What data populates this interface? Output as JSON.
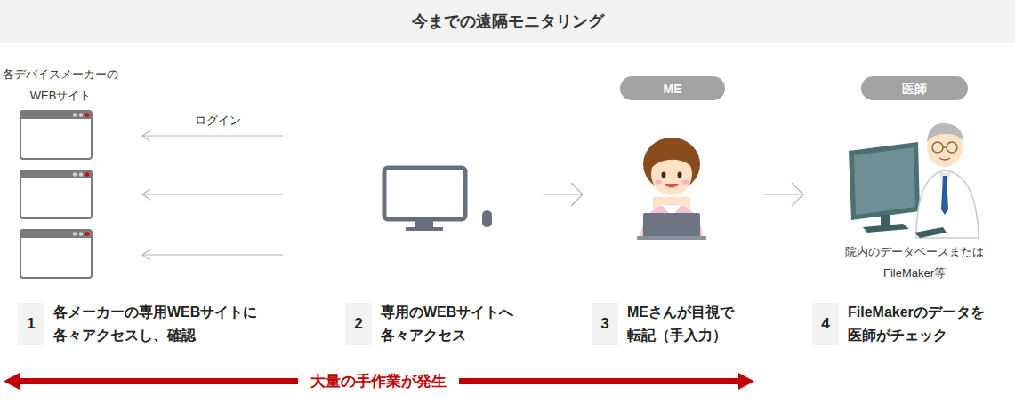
{
  "diagram": {
    "title": "今までの遠隔モニタリング",
    "nodes": [
      {
        "text": [
          "1",
          "各メーカーの専用WEBサイトに 各々アクセスし、確認"
        ]
      },
      {
        "text": [
          "2",
          "専用のWEBサイトへ 各々アクセス"
        ]
      },
      {
        "text": [
          "3",
          "MEさんが目視で 転記（手入力）"
        ]
      },
      {
        "text": [
          "4",
          "FileMakerのデータを 医師がチェック"
        ]
      },
      {
        "text": [
          "ME"
        ]
      },
      {
        "text": [
          "医師"
        ]
      }
    ],
    "labels": [
      "各デバイスメーカーの WEBサイト",
      "ログイン",
      "院内のデータベースまたは FileMaker等",
      "大量の手作業が発生"
    ]
  }
}
